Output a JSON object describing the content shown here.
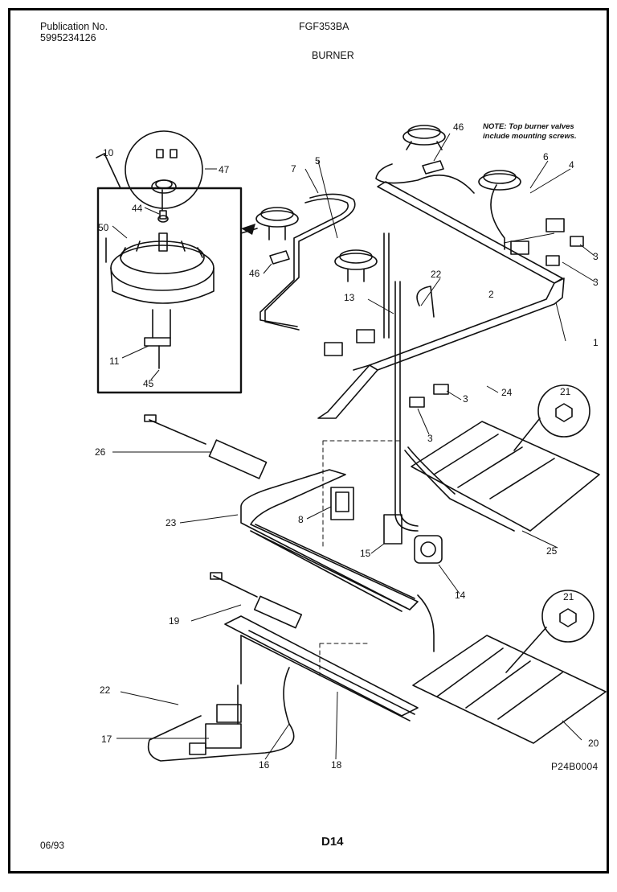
{
  "header": {
    "publication_label": "Publication No.",
    "publication_number": "5995234126",
    "model": "FGF353BA",
    "section": "BURNER"
  },
  "note": {
    "line1": "NOTE: Top burner valves",
    "line2": "include mounting screws."
  },
  "footer": {
    "date": "06/93",
    "page": "D14",
    "drawing_code": "P24B0004"
  },
  "callouts": [
    "1",
    "2",
    "3",
    "3",
    "3",
    "3",
    "4",
    "5",
    "6",
    "7",
    "8",
    "10",
    "11",
    "13",
    "14",
    "15",
    "16",
    "17",
    "18",
    "19",
    "20",
    "21",
    "21",
    "22",
    "22",
    "23",
    "24",
    "25",
    "26",
    "44",
    "45",
    "46",
    "46",
    "47",
    "50"
  ],
  "colors": {
    "ink": "#111111",
    "paper": "#ffffff",
    "frame": "#000000"
  }
}
